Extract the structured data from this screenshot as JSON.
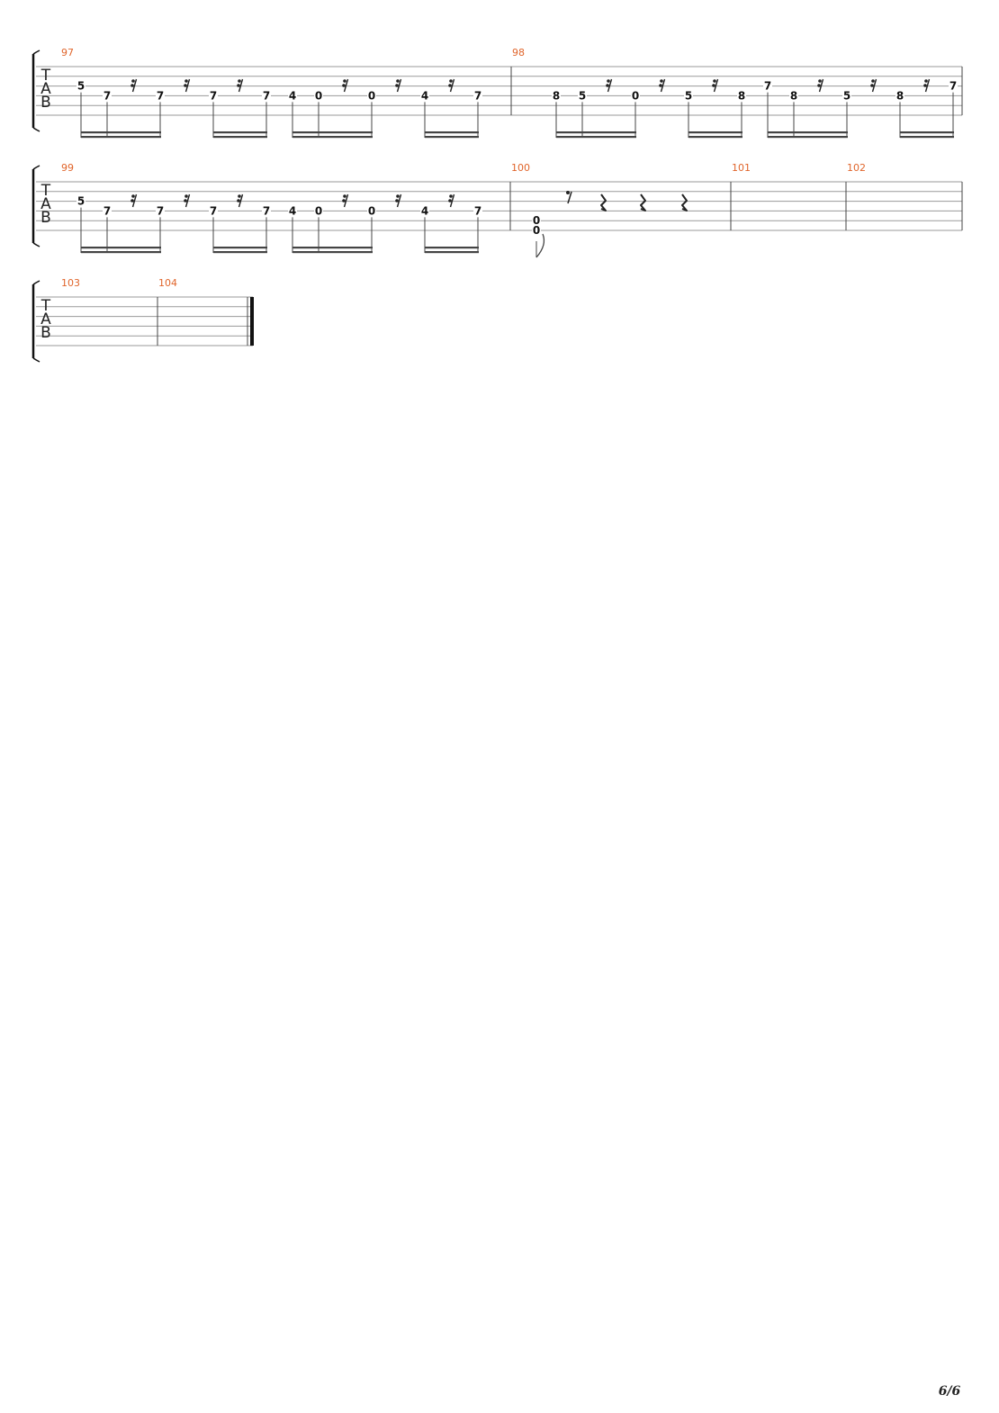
{
  "tab_clef": [
    "T",
    "A",
    "B"
  ],
  "page_number": "6/6",
  "systems": [
    {
      "measures": [
        {
          "number": "97",
          "notes": [
            {
              "fret": "5",
              "string": 3,
              "rest_after": false
            },
            {
              "fret": "7",
              "string": 4,
              "rest_after": true
            },
            {
              "fret": "7",
              "string": 4,
              "rest_after": true
            },
            {
              "fret": "7",
              "string": 4,
              "rest_after": true
            },
            {
              "fret": "7",
              "string": 4,
              "rest_after": false
            },
            {
              "fret": "4",
              "string": 4,
              "rest_after": false
            },
            {
              "fret": "0",
              "string": 4,
              "rest_after": true
            },
            {
              "fret": "0",
              "string": 4,
              "rest_after": true
            },
            {
              "fret": "4",
              "string": 4,
              "rest_after": true
            },
            {
              "fret": "7",
              "string": 4,
              "rest_after": false
            }
          ]
        },
        {
          "number": "98",
          "notes": [
            {
              "fret": "8",
              "string": 4,
              "rest_after": false
            },
            {
              "fret": "5",
              "string": 4,
              "rest_after": true
            },
            {
              "fret": "0",
              "string": 4,
              "rest_after": true
            },
            {
              "fret": "5",
              "string": 4,
              "rest_after": true
            },
            {
              "fret": "8",
              "string": 4,
              "rest_after": false
            },
            {
              "fret": "7",
              "string": 3,
              "rest_after": false
            },
            {
              "fret": "8",
              "string": 4,
              "rest_after": true
            },
            {
              "fret": "5",
              "string": 4,
              "rest_after": true
            },
            {
              "fret": "8",
              "string": 4,
              "rest_after": true
            },
            {
              "fret": "7",
              "string": 3,
              "rest_after": false
            }
          ]
        }
      ]
    },
    {
      "measures": [
        {
          "number": "99",
          "notes": [
            {
              "fret": "5",
              "string": 3,
              "rest_after": false
            },
            {
              "fret": "7",
              "string": 4,
              "rest_after": true
            },
            {
              "fret": "7",
              "string": 4,
              "rest_after": true
            },
            {
              "fret": "7",
              "string": 4,
              "rest_after": true
            },
            {
              "fret": "7",
              "string": 4,
              "rest_after": false
            },
            {
              "fret": "4",
              "string": 4,
              "rest_after": false
            },
            {
              "fret": "0",
              "string": 4,
              "rest_after": true
            },
            {
              "fret": "0",
              "string": 4,
              "rest_after": true
            },
            {
              "fret": "4",
              "string": 4,
              "rest_after": true
            },
            {
              "fret": "7",
              "string": 4,
              "rest_after": false
            }
          ]
        },
        {
          "number": "100",
          "chord": [
            "0",
            "0"
          ],
          "rests": [
            "eighth",
            "quarter",
            "quarter",
            "quarter"
          ]
        },
        {
          "number": "101"
        },
        {
          "number": "102"
        }
      ]
    },
    {
      "measures": [
        {
          "number": "103"
        },
        {
          "number": "104",
          "final": true
        }
      ]
    }
  ]
}
